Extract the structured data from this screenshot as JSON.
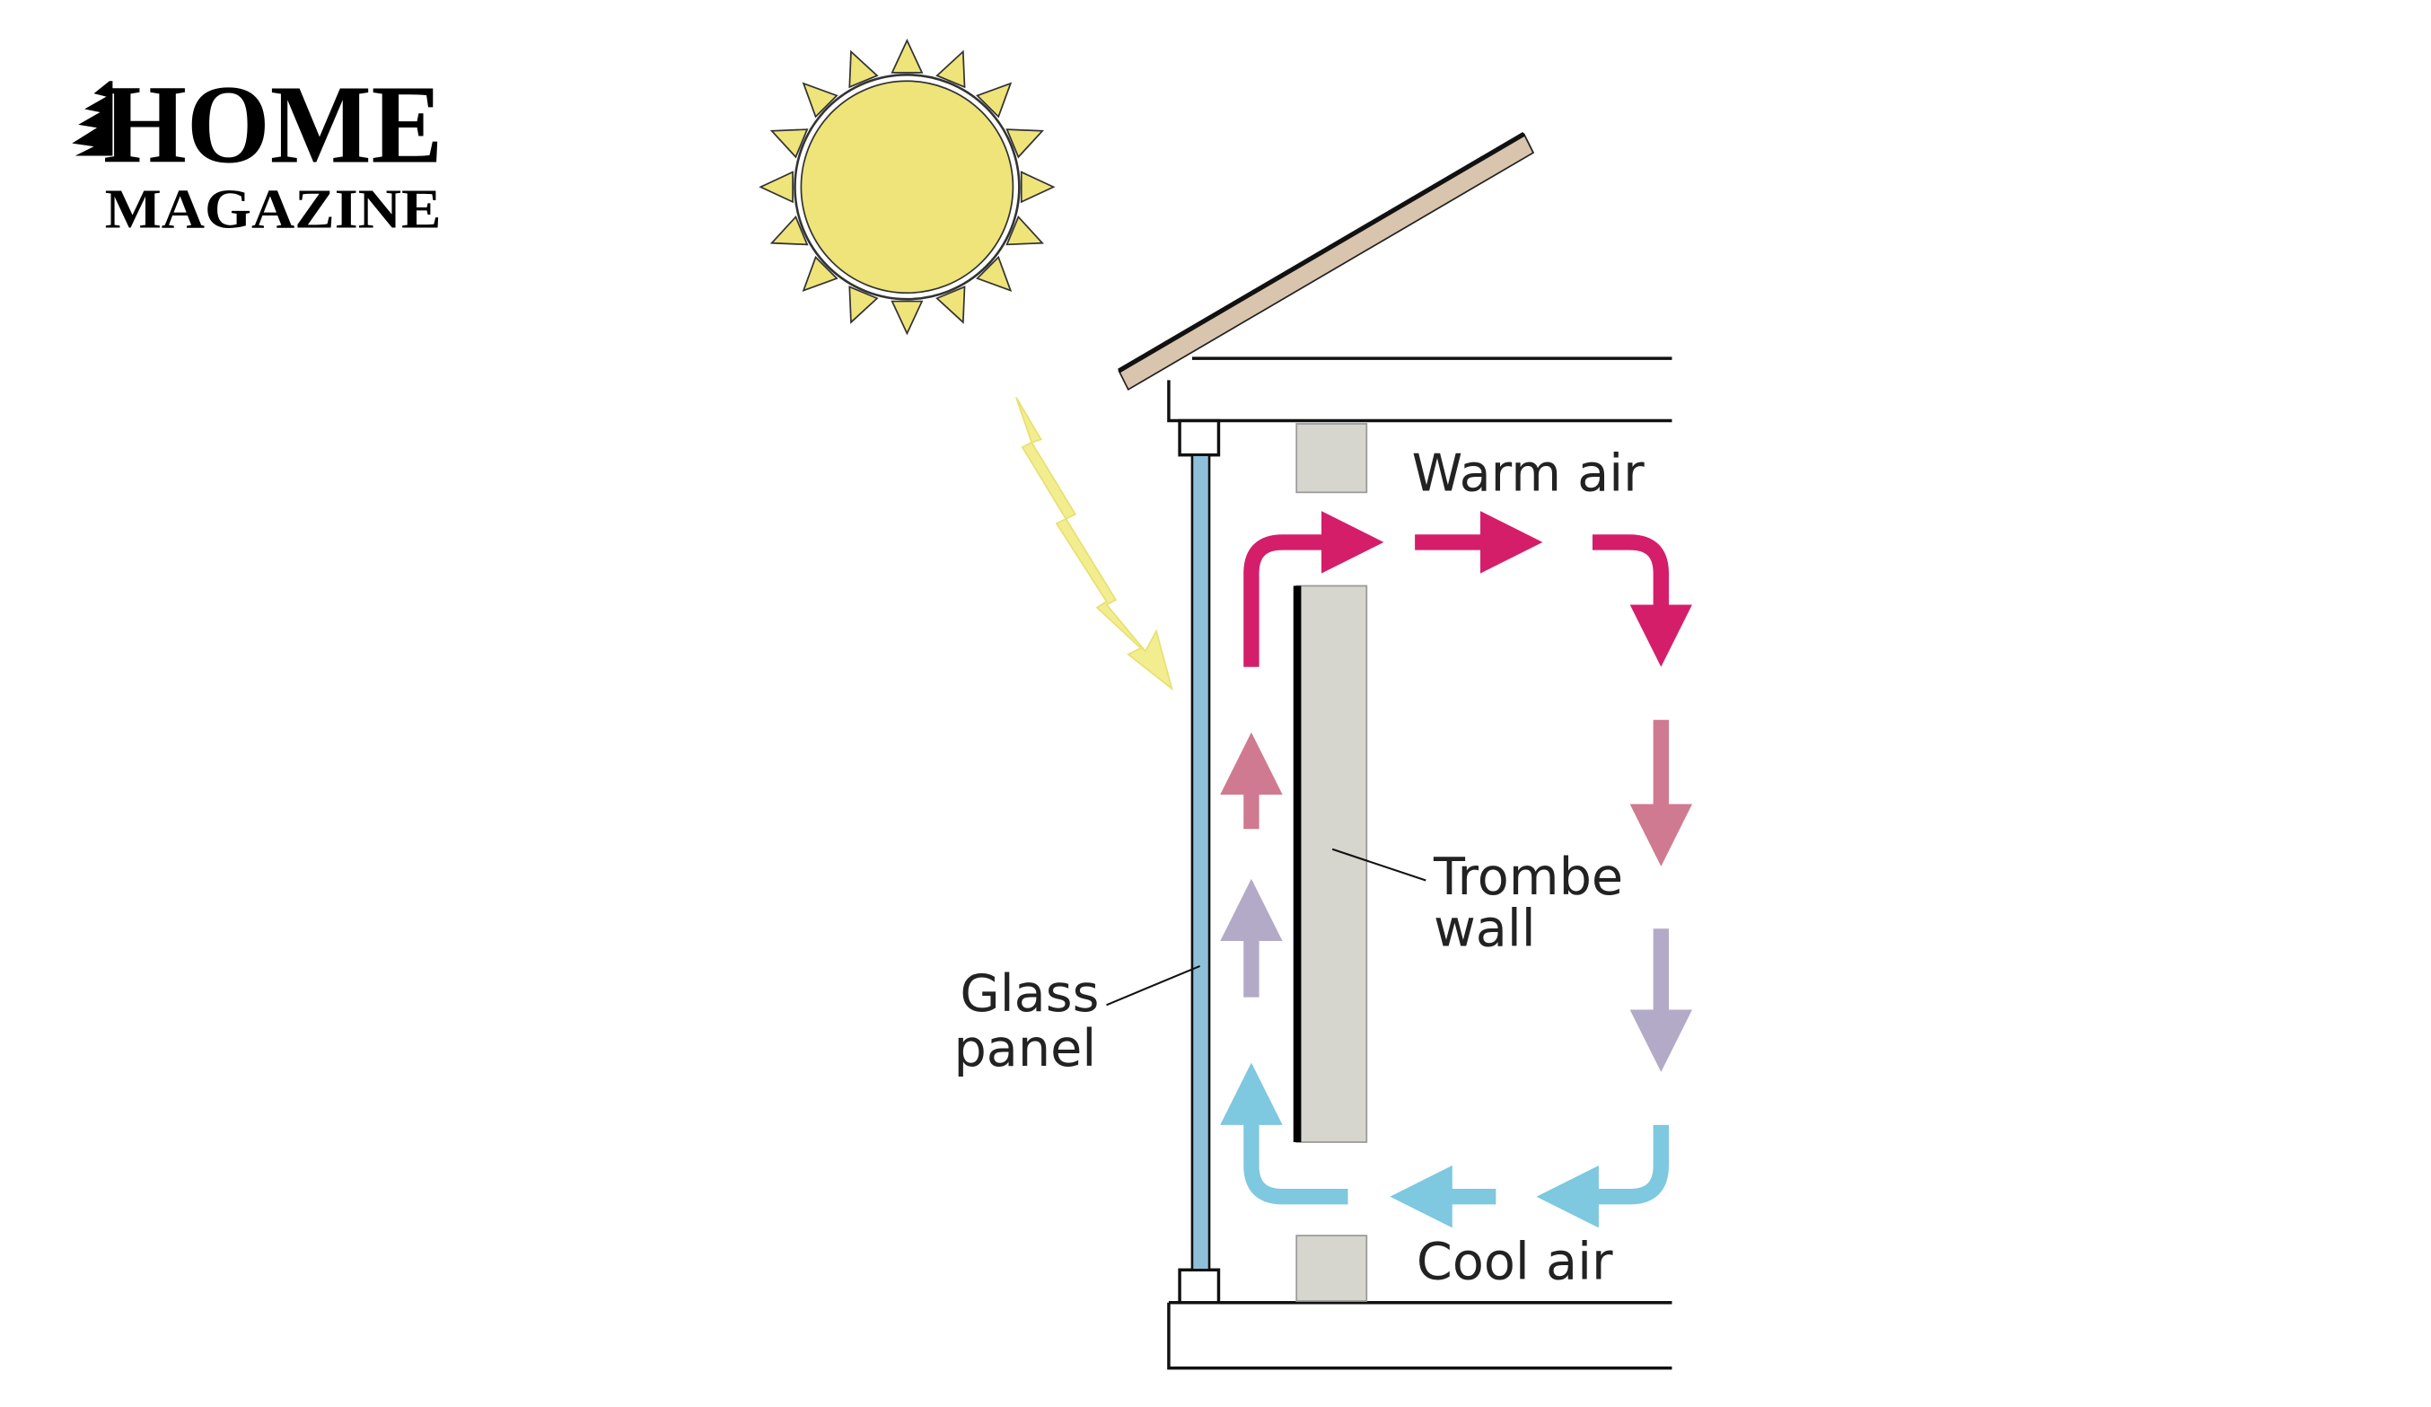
{
  "logo": {
    "line1": "HOME",
    "line2": "MAGAZINE"
  },
  "labels": {
    "warm_air": "Warm air",
    "trombe_wall_line1": "Trombe",
    "trombe_wall_line2": "wall",
    "glass_panel_line1": "Glass",
    "glass_panel_line2": "panel",
    "cool_air": "Cool air"
  },
  "colors": {
    "sun": "#eee47a",
    "sun_ray": "#f2ee90",
    "roof": "#d9c4ae",
    "glass": "#8fc0da",
    "wall": "#d6d6ce",
    "warm_arrow": "#d41e6a",
    "mid_warm_arrow": "#cf7a90",
    "mid_cool_arrow": "#b3aac8",
    "cool_arrow": "#7ec8e0"
  }
}
